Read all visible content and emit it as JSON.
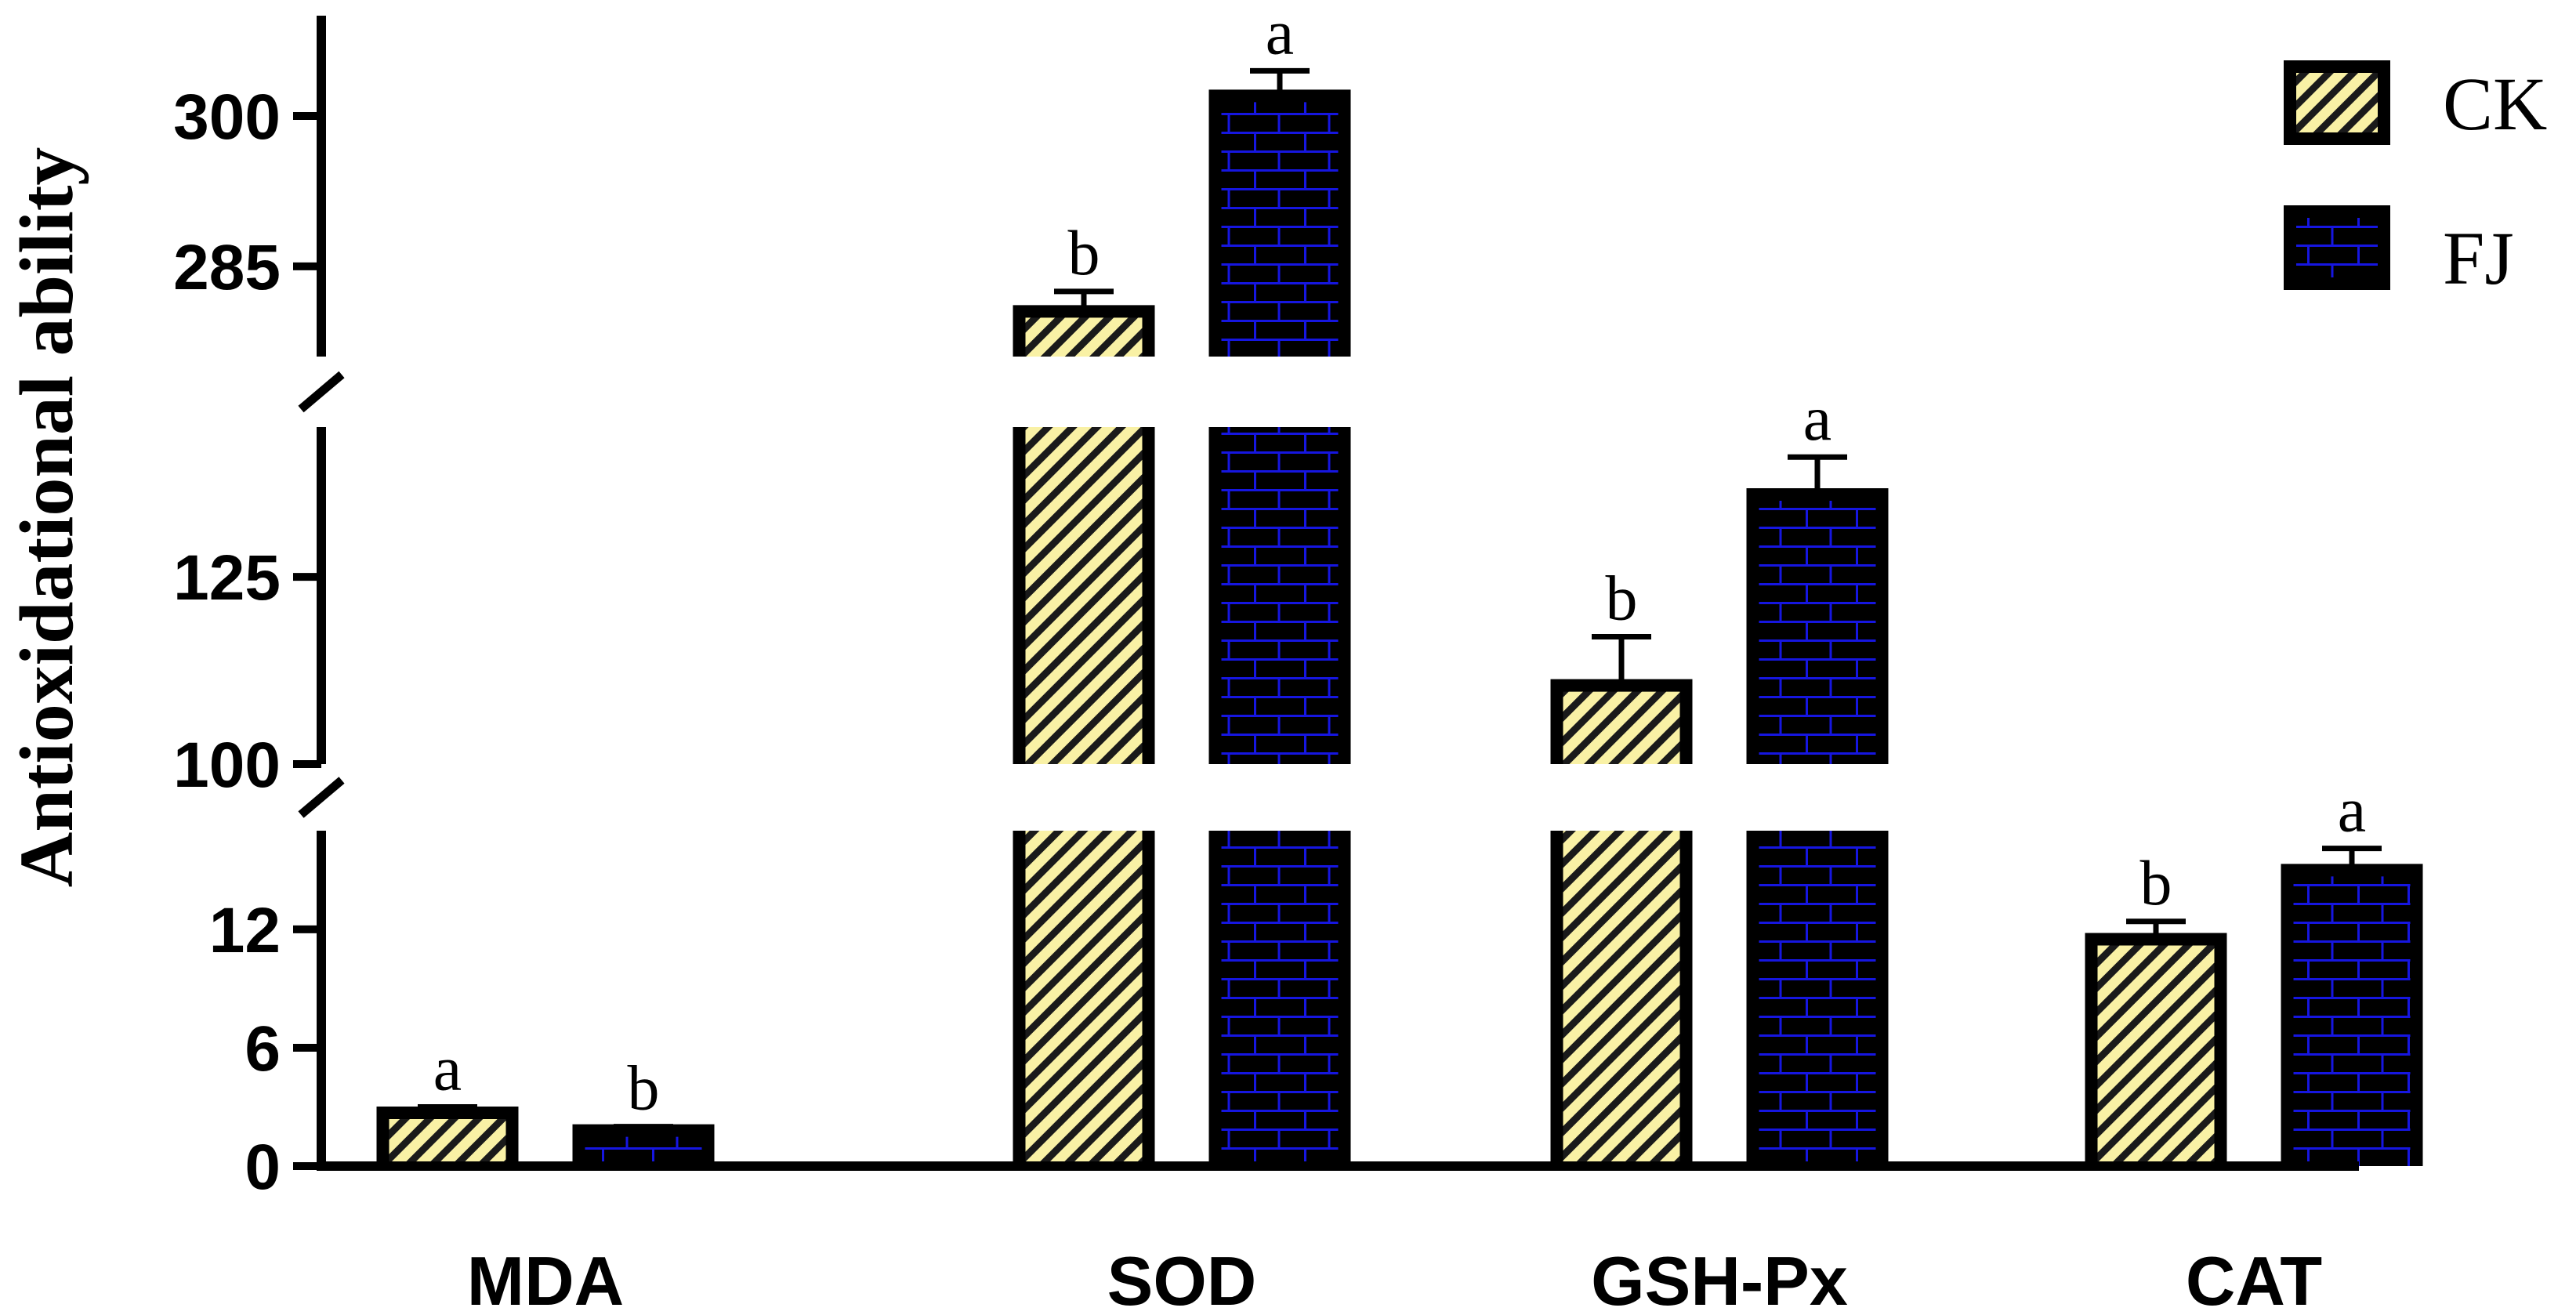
{
  "chart_data": {
    "type": "bar",
    "ylabel": "Antioxidational ability",
    "xlabel": "",
    "categories": [
      "MDA",
      "SOD",
      "GSH-Px",
      "CAT"
    ],
    "series": [
      {
        "name": "CK",
        "values": [
          2.7,
          280.5,
          110.5,
          11.5
        ],
        "errors": [
          0.3,
          2.0,
          6.5,
          0.9
        ],
        "letters": [
          "a",
          "b",
          "b",
          "b"
        ],
        "pattern": "diagonal-hatch",
        "fill": "#f9f1a5",
        "line": "#000000"
      },
      {
        "name": "FJ",
        "values": [
          1.8,
          302.0,
          136.0,
          15.0
        ],
        "errors": [
          0.2,
          2.5,
          5.0,
          1.1
        ],
        "letters": [
          "b",
          "a",
          "a",
          "a"
        ],
        "pattern": "brick",
        "fill": "#000000",
        "line": "#1616e0"
      }
    ],
    "axis_segments": [
      {
        "range": [
          0,
          17
        ],
        "ticks": [
          0,
          6,
          12
        ]
      },
      {
        "range": [
          100,
          145
        ],
        "ticks": [
          100,
          125
        ]
      },
      {
        "range": [
          276,
          310
        ],
        "ticks": [
          285,
          300
        ]
      }
    ],
    "broken_axis": true,
    "grid": false,
    "legend_position": "top-right"
  }
}
